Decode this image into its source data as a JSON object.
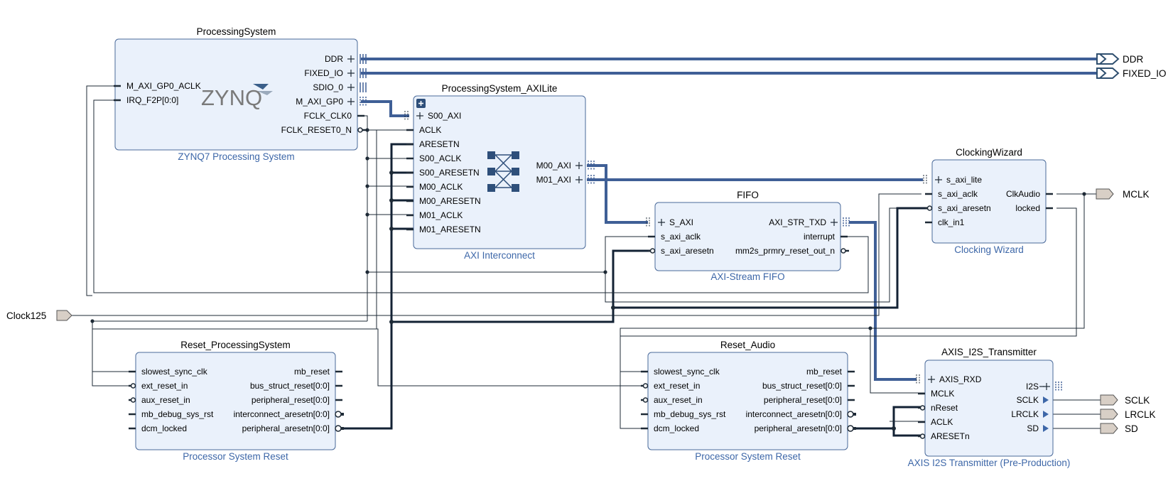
{
  "blocks": {
    "ps": {
      "title": "ProcessingSystem",
      "subtitle": "ZYNQ7 Processing System",
      "logo": "ZYNQ",
      "left_pins": [
        "M_AXI_GP0_ACLK",
        "IRQ_F2P[0:0]"
      ],
      "right_pins": [
        "DDR",
        "FIXED_IO",
        "SDIO_0",
        "M_AXI_GP0",
        "FCLK_CLK0",
        "FCLK_RESET0_N"
      ]
    },
    "axi": {
      "title": "ProcessingSystem_AXILite",
      "subtitle": "AXI Interconnect",
      "left_pins": [
        "S00_AXI",
        "ACLK",
        "ARESETN",
        "S00_ACLK",
        "S00_ARESETN",
        "M00_ACLK",
        "M00_ARESETN",
        "M01_ACLK",
        "M01_ARESETN"
      ],
      "right_pins": [
        "M00_AXI",
        "M01_AXI"
      ]
    },
    "fifo": {
      "title": "FIFO",
      "subtitle": "AXI-Stream FIFO",
      "left_pins": [
        "S_AXI",
        "s_axi_aclk",
        "s_axi_aresetn"
      ],
      "right_pins": [
        "AXI_STR_TXD",
        "interrupt",
        "mm2s_prmry_reset_out_n"
      ]
    },
    "clk": {
      "title": "ClockingWizard",
      "subtitle": "Clocking Wizard",
      "left_pins": [
        "s_axi_lite",
        "s_axi_aclk",
        "s_axi_aresetn",
        "clk_in1"
      ],
      "right_pins": [
        "ClkAudio",
        "locked"
      ]
    },
    "rps": {
      "title": "Reset_ProcessingSystem",
      "subtitle": "Processor System Reset",
      "left_pins": [
        "slowest_sync_clk",
        "ext_reset_in",
        "aux_reset_in",
        "mb_debug_sys_rst",
        "dcm_locked"
      ],
      "right_pins": [
        "mb_reset",
        "bus_struct_reset[0:0]",
        "peripheral_reset[0:0]",
        "interconnect_aresetn[0:0]",
        "peripheral_aresetn[0:0]"
      ]
    },
    "ra": {
      "title": "Reset_Audio",
      "subtitle": "Processor System Reset",
      "left_pins": [
        "slowest_sync_clk",
        "ext_reset_in",
        "aux_reset_in",
        "mb_debug_sys_rst",
        "dcm_locked"
      ],
      "right_pins": [
        "mb_reset",
        "bus_struct_reset[0:0]",
        "peripheral_reset[0:0]",
        "interconnect_aresetn[0:0]",
        "peripheral_aresetn[0:0]"
      ]
    },
    "i2s": {
      "title": "AXIS_I2S_Transmitter",
      "subtitle": "AXIS I2S Transmitter (Pre-Production)",
      "left_pins": [
        "AXIS_RXD",
        "MCLK",
        "nReset",
        "ACLK",
        "ARESETn"
      ],
      "right_pins": [
        "I2S",
        "SCLK",
        "LRCLK",
        "SD"
      ]
    }
  },
  "ports": {
    "ddr": "DDR",
    "fixed_io": "FIXED_IO",
    "mclk": "MCLK",
    "clock125": "Clock125",
    "sclk": "SCLK",
    "lrclk": "LRCLK",
    "sd": "SD"
  },
  "colors": {
    "block_fill": "#eaf1fb",
    "block_border": "#4a6a9a",
    "bus": "#3f5f96",
    "wire": "#1e2a36",
    "subtitle": "#3d67a8",
    "zynq_logo": "#7a7a7a",
    "zynq_accent": "#3a5f8a"
  }
}
